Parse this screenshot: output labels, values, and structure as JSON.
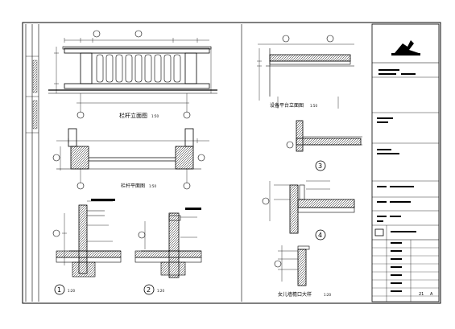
{
  "views": {
    "elevation_title": "栏杆立面图",
    "elevation_scale": "1:50",
    "plan_title": "栏杆平面图",
    "plan_scale": "1:50",
    "platform_title": "设备平台立面图",
    "platform_scale": "1:50",
    "parapet_title": "女儿墙檐口大样",
    "parapet_scale": "1:20"
  },
  "callouts": {
    "d1": "1",
    "d2": "2",
    "d3": "3",
    "d4": "4",
    "d1_scale": "1:20",
    "d2_scale": "1:20"
  },
  "title_block": {
    "sheet_no": "21",
    "revision": "A"
  }
}
